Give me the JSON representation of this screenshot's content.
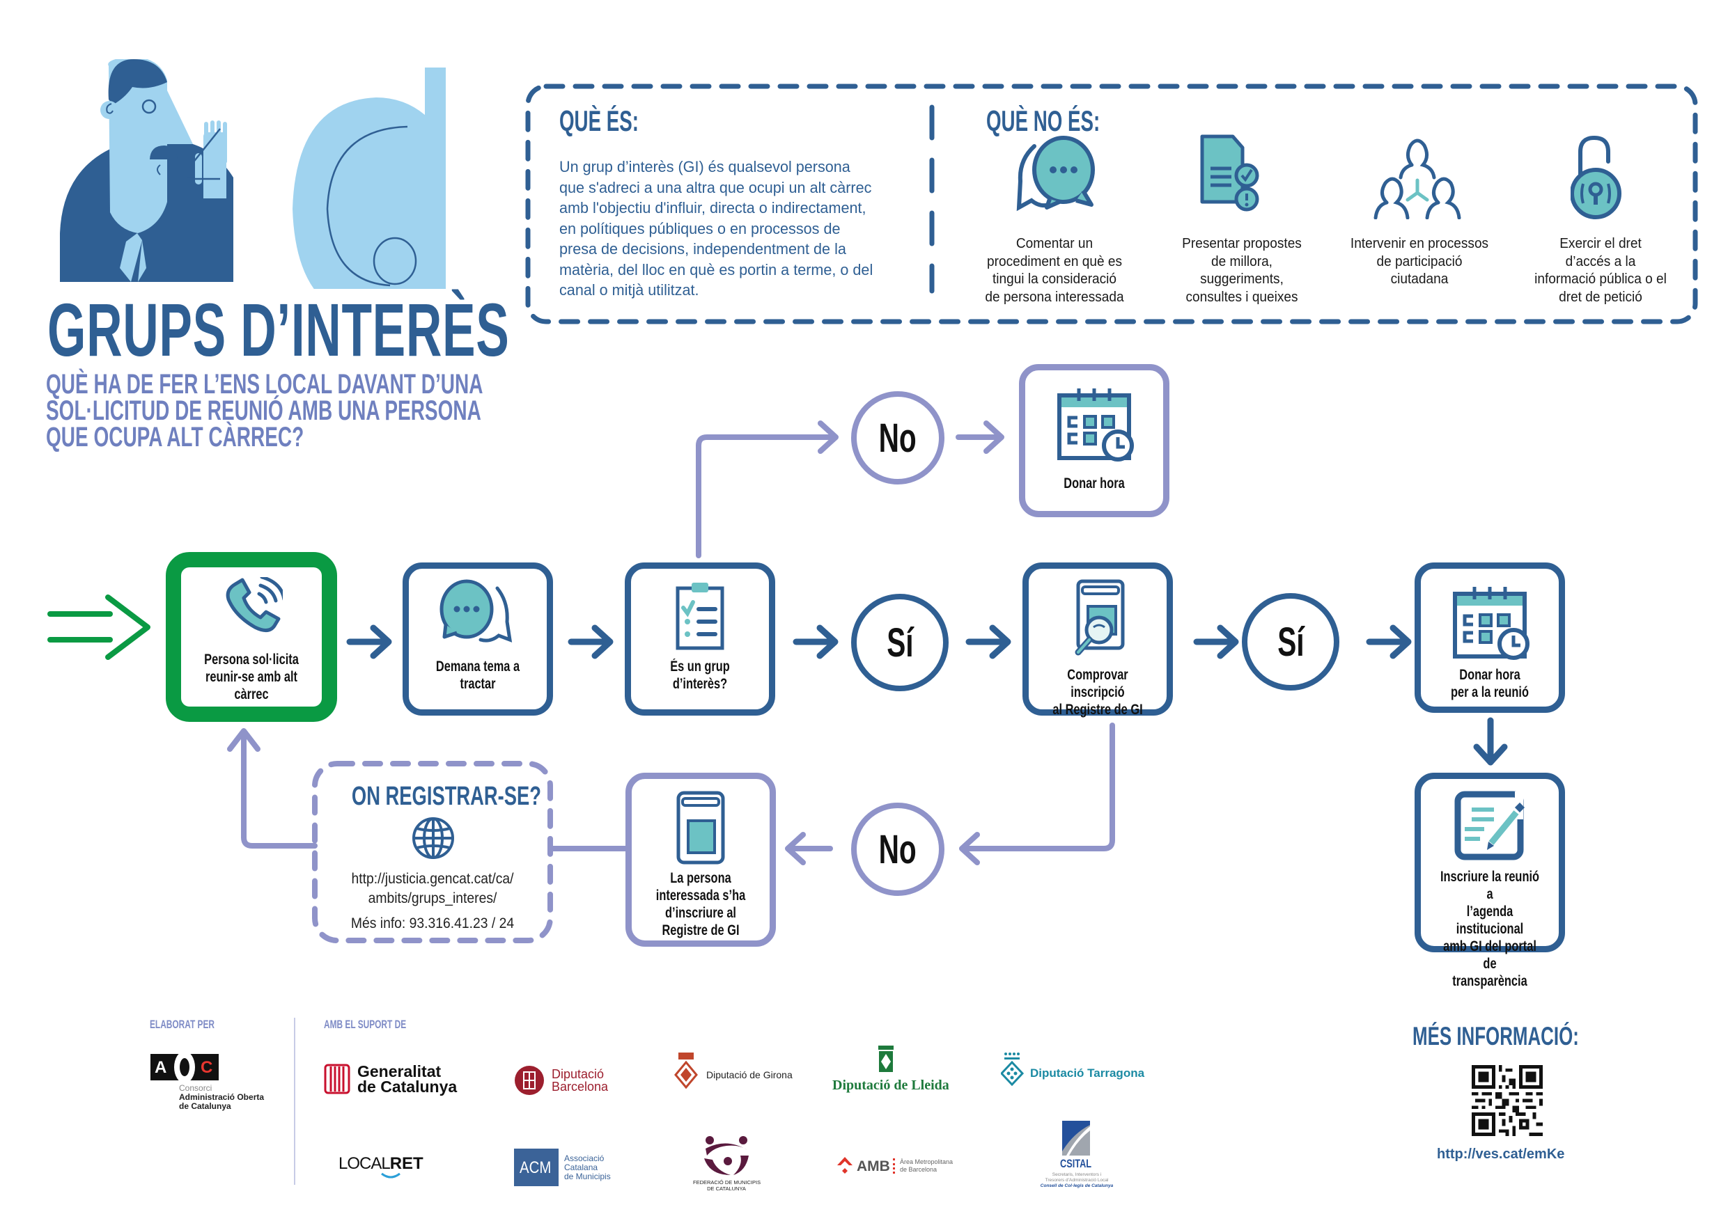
{
  "header": {
    "title": "GRUPS D’INTERÈS",
    "subtitle_lines": [
      "QUÈ HA DE FER L’ENS LOCAL DAVANT D’UNA",
      "SOL·LICITUD DE REUNIÓ AMB UNA PERSONA",
      "QUE OCUPA ALT CÀRREC?"
    ]
  },
  "definition": {
    "que_es": {
      "heading": "QUÈ ÉS:",
      "body_lines": [
        "Un grup d’interès (GI) és qualsevol persona",
        "que s'adreci a una altra que ocupi un alt càrrec",
        "amb l'objectiu d'influir, directa o indirectament,",
        "en polítiques públiques o en processos de",
        "presa de decisions, independentment de la",
        "matèria, del lloc en què es portin a terme, o del",
        "canal o mitjà utilitzat."
      ]
    },
    "que_no_es": {
      "heading": "QUÈ NO ÉS:",
      "items": [
        {
          "icon": "chat-bubbles-icon",
          "lines": [
            "Comentar un",
            "procediment en què es",
            "tingui la consideració",
            "de persona interessada"
          ]
        },
        {
          "icon": "document-check-alert-icon",
          "lines": [
            "Presentar propostes",
            "de millora,",
            "suggeriments,",
            "consultes i queixes"
          ]
        },
        {
          "icon": "citizen-participation-icon",
          "lines": [
            "Intervenir en processos",
            "de participació",
            "ciutadana"
          ]
        },
        {
          "icon": "open-padlock-icon",
          "lines": [
            "Exercir el dret",
            "d’accés a la",
            "informació pública o el",
            "dret de petició"
          ]
        }
      ]
    }
  },
  "flow": {
    "start": {
      "icon": "phone-call-icon",
      "lines": [
        "Persona sol·licita",
        "reunir-se amb alt",
        "càrrec"
      ]
    },
    "ask_topic": {
      "icon": "chat-bubbles-icon",
      "lines": [
        "Demana  tema a",
        "tractar"
      ]
    },
    "is_gi": {
      "icon": "checklist-clipboard-icon",
      "lines": [
        "És un grup",
        "d’interès?"
      ]
    },
    "decision_no_top": "No",
    "give_time": {
      "icon": "calendar-clock-icon",
      "lines": [
        "Donar hora"
      ]
    },
    "decision_yes_1": "Sí",
    "check_registry": {
      "icon": "book-magnifier-icon",
      "lines": [
        "Comprovar inscripció",
        "al Registre de GI"
      ]
    },
    "decision_yes_2": "Sí",
    "give_meeting_time": {
      "icon": "calendar-clock-icon",
      "lines": [
        "Donar hora",
        "per a la reunió"
      ]
    },
    "register_meeting": {
      "icon": "edit-document-icon",
      "lines": [
        "Inscriure la reunió a",
        "l’agenda institucional",
        "amb GI del portal de",
        "transparència"
      ]
    },
    "decision_no_bottom": "No",
    "must_register": {
      "icon": "register-book-icon",
      "lines": [
        "La persona",
        "interessada s’ha",
        "d’inscriure al",
        "Registre de GI"
      ]
    },
    "where_register": {
      "heading": "ON REGISTRAR-SE?",
      "icon": "globe-icon",
      "url_lines": [
        "http://justicia.gencat.cat/ca/",
        "ambits/grups_interes/"
      ],
      "phone": "Més info: 93.316.41.23 / 24"
    }
  },
  "footer": {
    "made_by_label": "ELABORAT PER",
    "support_label": "AMB EL SUPORT DE",
    "aoc": {
      "mark": [
        "A",
        "O",
        "C"
      ],
      "lines": [
        "Consorci",
        "Administració Oberta",
        "de Catalunya"
      ]
    },
    "supporters": [
      {
        "name": "generalitat",
        "lines": [
          "Generalitat",
          "de Catalunya"
        ]
      },
      {
        "name": "diputacio-barcelona",
        "lines": [
          "Diputació",
          "Barcelona"
        ]
      },
      {
        "name": "diputacio-girona",
        "lines": [
          "Diputació de Girona"
        ]
      },
      {
        "name": "diputacio-lleida",
        "lines": [
          "Diputació de Lleida"
        ]
      },
      {
        "name": "diputacio-tarragona",
        "lines": [
          "Diputació Tarragona"
        ]
      },
      {
        "name": "localret",
        "lines": [
          "LOCAL",
          "RET"
        ]
      },
      {
        "name": "acm",
        "mark": "ACM",
        "lines": [
          "Associació",
          "Catalana",
          "de Municipis"
        ]
      },
      {
        "name": "fmc",
        "lines": [
          "FEDERACIÓ DE MUNICIPIS",
          "DE CATALUNYA"
        ]
      },
      {
        "name": "amb",
        "mark": "AMB",
        "lines": [
          "Àrea Metropolitana",
          "de Barcelona"
        ]
      },
      {
        "name": "csital",
        "mark": "CSITAL",
        "lines": [
          "Secretaris, Interventors i",
          "Tresorers d’Administració Local",
          "Consell de Col·legis de Catalunya"
        ]
      }
    ],
    "more_info": {
      "heading": "MÉS INFORMACIÓ:",
      "url": "http://ves.cat/emKe"
    }
  },
  "colors": {
    "dark_blue": "#2f5f93",
    "lavender": "#8f93c9",
    "teal": "#6cc2c4",
    "light_blue": "#a0d3ef",
    "green": "#0a9a43",
    "subtitle": "#6f80bf"
  }
}
